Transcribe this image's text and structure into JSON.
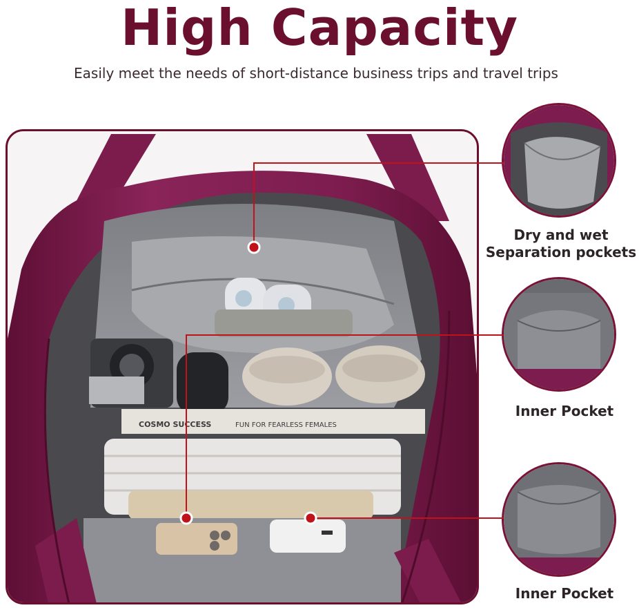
{
  "header": {
    "title": "High Capacity",
    "subtitle": "Easily meet the needs of short-distance business trips and travel trips"
  },
  "callouts": [
    {
      "label_line1": "Dry and wet",
      "label_line2": "Separation pockets"
    },
    {
      "label_line1": "Inner Pocket"
    },
    {
      "label_line1": "Inner Pocket"
    }
  ],
  "photo": {
    "book_text_1": "COSMO SUCCESS",
    "book_text_2": "FUN FOR FEARLESS FEMALES"
  },
  "colors": {
    "brand": "#6b0f2e",
    "bag": "#7a1a4a",
    "lining": "#8e8f93",
    "callout_line": "#c0121b"
  }
}
